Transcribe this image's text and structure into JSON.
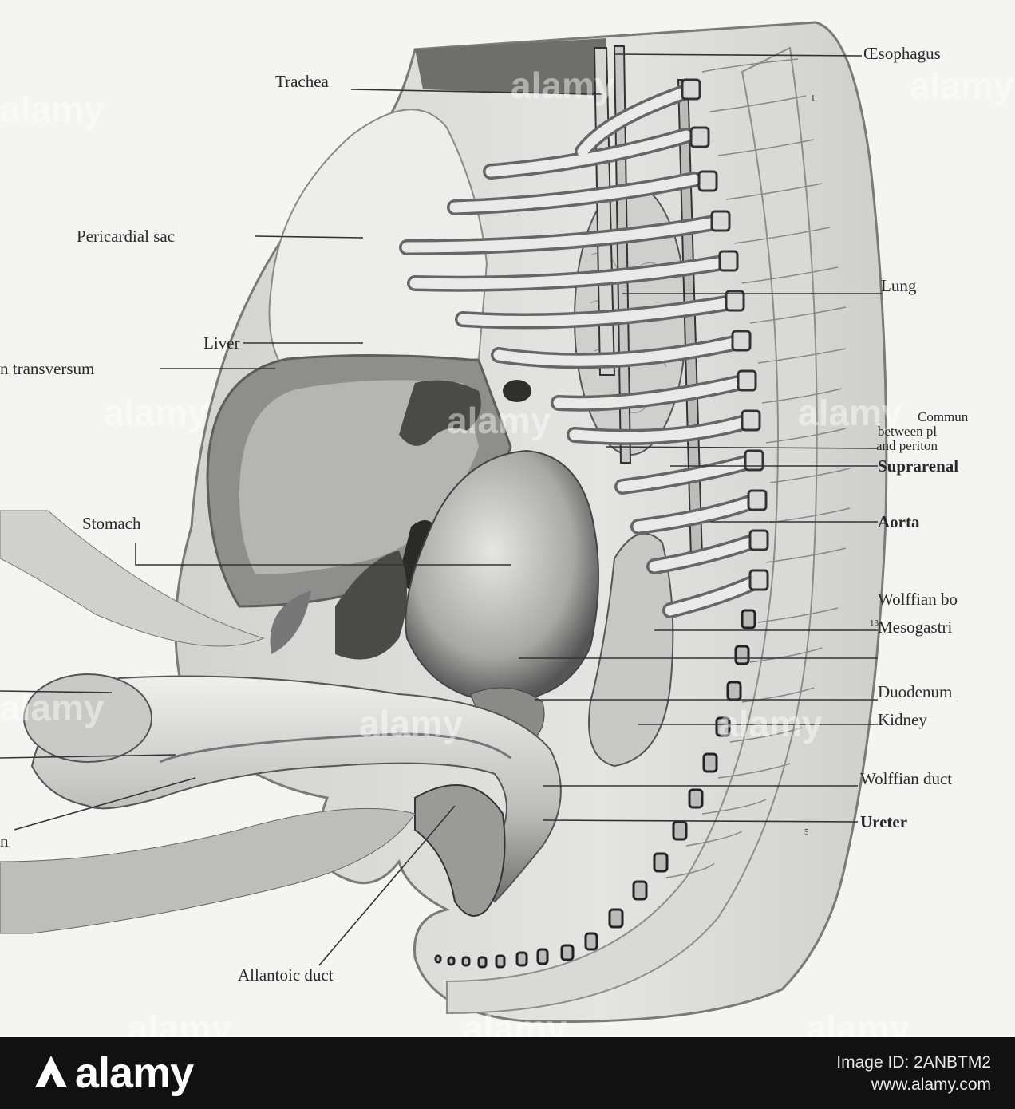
{
  "figure": {
    "labels": {
      "oesophagus": "Œsophagus",
      "trachea": "Trachea",
      "pericardial_sac": "Pericardial sac",
      "lung": "Lung",
      "septum_transversum": "n transversum",
      "communication_line1": "Commun",
      "communication_line2": "between pl",
      "communication_line3": "and periton",
      "liver": "Liver",
      "suprarenal": "Suprarenal",
      "stomach": "Stomach",
      "aorta": "Aorta",
      "wolffian_body": "Wolffian bo",
      "mesogastrium": "Mesogastri",
      "duodenum": "Duodenum",
      "kidney": "Kidney",
      "wolffian_duct": "Wolffian duct",
      "ureter": "Ureter",
      "left_cut": "n",
      "allantoic_duct": "Allantoic duct"
    },
    "segment_numbers": {
      "rib_1": "1",
      "rib_13": "13",
      "lumbar_5": "5"
    }
  },
  "watermark": {
    "text": "alamy"
  },
  "footer": {
    "logo_text": "alamy",
    "image_id_text": "Image ID: 2ANBTM2",
    "site_text": "www.alamy.com"
  },
  "colors": {
    "footer_bg": "#111111",
    "plate_bg": "#f4f4f2",
    "tissue_dark": "#5a5a5a"
  }
}
